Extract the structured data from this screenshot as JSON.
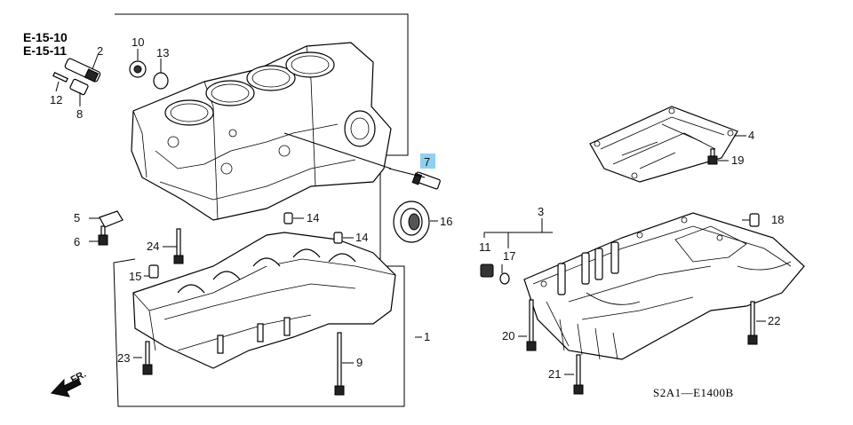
{
  "refs": [
    "E-15-10",
    "E-15-11"
  ],
  "diagram_code": "S2A1—E1400B",
  "front_label": "FR.",
  "highlighted": "7",
  "callouts": {
    "c1": "1",
    "c2": "2",
    "c3": "3",
    "c4": "4",
    "c5": "5",
    "c6": "6",
    "c7": "7",
    "c8": "8",
    "c9": "9",
    "c10": "10",
    "c11": "11",
    "c12": "12",
    "c13": "13",
    "c14a": "14",
    "c14b": "14",
    "c15": "15",
    "c16": "16",
    "c17": "17",
    "c18": "18",
    "c19": "19",
    "c20": "20",
    "c21": "21",
    "c22": "22",
    "c23": "23",
    "c24": "24"
  }
}
